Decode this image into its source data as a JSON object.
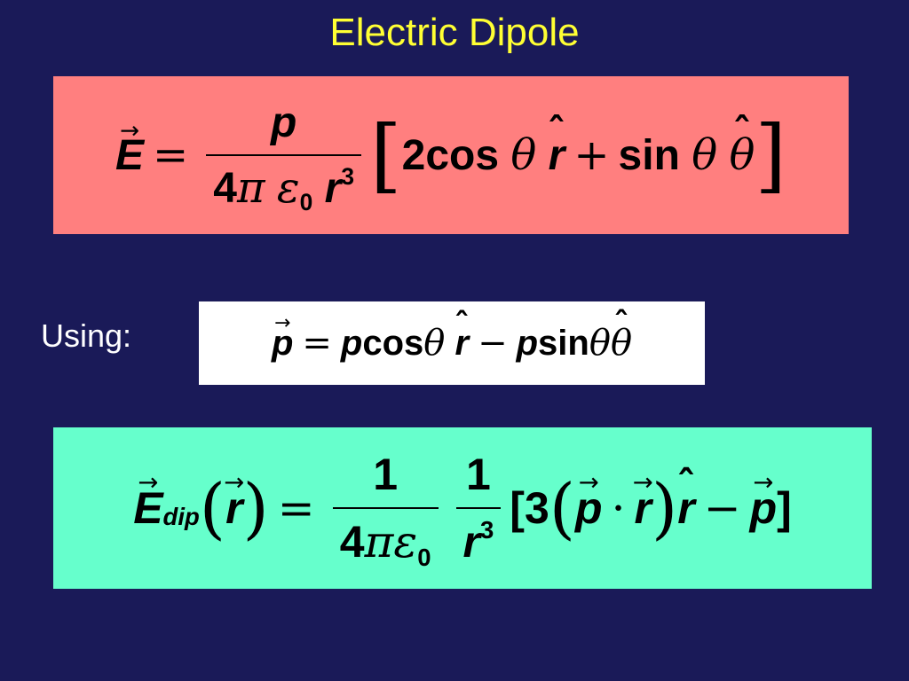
{
  "slide": {
    "title": "Electric Dipole",
    "using_label": "Using:",
    "colors": {
      "background": "#1a1a58",
      "title": "#ffff33",
      "box1": "#ff7f7f",
      "box2": "#ffffff",
      "box3": "#66ffcc"
    }
  },
  "eq1": {
    "lhs": "E",
    "eq": "=",
    "num": "p",
    "den_4": "4",
    "den_pi": "π",
    "den_eps": "ε",
    "den_eps_sub": "0",
    "den_r": "r",
    "den_r_sup": "3",
    "lbr": "[",
    "two": "2",
    "cos": "cos",
    "theta1": "θ",
    "rhat": "r",
    "plus": "+",
    "sin": "sin",
    "theta2": "θ",
    "thetahat": "θ",
    "rbr": "]"
  },
  "eq2": {
    "p1": "p",
    "eq": "=",
    "p2": "p",
    "cos": "cos",
    "theta1": "θ",
    "rhat": "r",
    "minus": "−",
    "p3": "p",
    "sin": "sin",
    "theta2": "θ",
    "thetahat": "θ"
  },
  "eq3": {
    "E": "E",
    "sub": "dip",
    "lpar": "(",
    "r": "r",
    "rpar": ")",
    "eq": "=",
    "num1": "1",
    "den1_4": "4",
    "den1_pi": "π",
    "den1_eps": "ε",
    "den1_sub": "0",
    "num2": "1",
    "den2_r": "r",
    "den2_sup": "3",
    "lbr": "[",
    "three": "3",
    "lpar2": "(",
    "p1": "p",
    "dot": "·",
    "r2": "r",
    "rpar2": ")",
    "rhat": "r",
    "minus": "−",
    "p2": "p",
    "rbr": "]"
  }
}
